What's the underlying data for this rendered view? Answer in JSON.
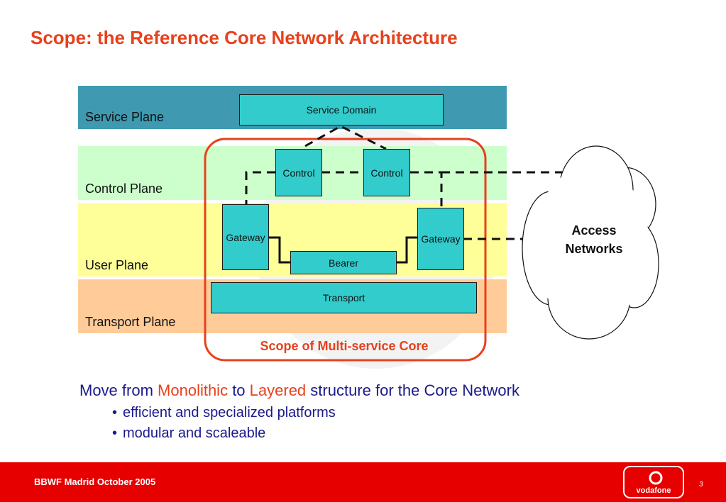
{
  "title": "Scope: the Reference Core Network Architecture",
  "planes": {
    "service": "Service Plane",
    "control": "Control Plane",
    "user": "User Plane",
    "transport": "Transport Plane"
  },
  "components": {
    "service_domain": "Service Domain",
    "control_left": "Control",
    "control_right": "Control",
    "gateway_left": "Gateway",
    "gateway_right": "Gateway",
    "bearer": "Bearer",
    "transport": "Transport"
  },
  "scope_label": "Scope of Multi-service Core",
  "cloud": {
    "line1": "Access",
    "line2": "Networks"
  },
  "message": {
    "part1": "Move from ",
    "highlight1": "Monolithic",
    "part2": " to ",
    "highlight2": "Layered",
    "part3": " structure for the Core Network"
  },
  "bullets": [
    "efficient and specialized platforms",
    "modular and scaleable"
  ],
  "footer": {
    "text": "BBWF Madrid October 2005",
    "page": "3",
    "logo": "vodafone"
  },
  "colors": {
    "accent": "#e8401c",
    "service_band": "#3e99b1",
    "control_band": "#ccffcc",
    "user_band": "#ffff99",
    "transport_band": "#ffcc99",
    "box": "#33cccc",
    "footer": "#e60000",
    "text_blue": "#1a1a8c"
  }
}
